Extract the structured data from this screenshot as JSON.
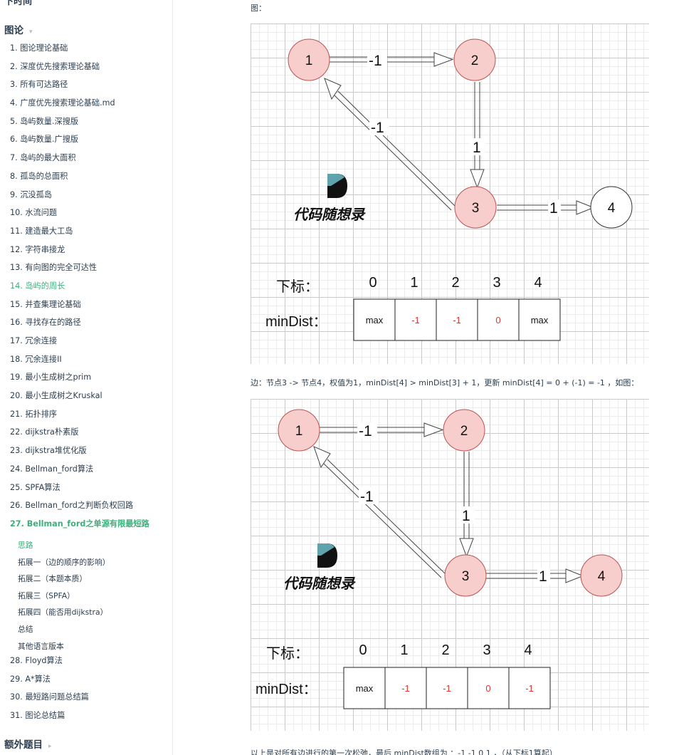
{
  "sidebar": {
    "top_cut": "下时间",
    "section_title": "图论",
    "items": [
      "1. 图论理论基础",
      "2. 深度优先搜索理论基础",
      "3. 所有可达路径",
      "4. 广度优先搜索理论基础.md",
      "5. 岛屿数量.深搜版",
      "6. 岛屿数量.广搜版",
      "7. 岛屿的最大面积",
      "8. 孤岛的总面积",
      "9. 沉没孤岛",
      "10. 水流问题",
      "11. 建造最大工岛",
      "12. 字符串接龙",
      "13. 有向图的完全可达性",
      "14. 岛屿的周长",
      "15. 并查集理论基础",
      "16. 寻找存在的路径",
      "17. 冗余连接",
      "18. 冗余连接II",
      "19. 最小生成树之prim",
      "20. 最小生成树之Kruskal",
      "21. 拓扑排序",
      "22. dijkstra朴素版",
      "23. dijkstra堆优化版",
      "24. Bellman_ford算法",
      "25. SPFA算法",
      "26. Bellman_ford之判断负权回路",
      "27. Bellman_ford之单源有限最短路"
    ],
    "sub_items": [
      "思路",
      "拓展一（边的顺序的影响）",
      "拓展二（本题本质）",
      "拓展三（SPFA）",
      "拓展四（能否用dijkstra）",
      "总结",
      "其他语言版本"
    ],
    "items2": [
      "28. Floyd算法",
      "29. A*算法",
      "30. 最短路问题总结篇",
      "31. 图论总结篇"
    ],
    "extra_title": "额外题目"
  },
  "content": {
    "caption_top": "图：",
    "edge_text": "边：节点3 -> 节点4，权值为1，minDist[4] > minDist[3] + 1，更新 minDist[4] = 0 + (-1) = -1 ，如图：",
    "bottom_text": "以上是对所有边进行的第一次松弛，最后 minDist数组为 ：-1 -1 0 1 ，（从下标1算起）",
    "logo_text": "代码随想录",
    "logo_letter": "D",
    "figure1": {
      "nodes": [
        "1",
        "2",
        "3",
        "4"
      ],
      "edge_labels": [
        "-1",
        "1",
        "-1",
        "1"
      ],
      "index_label": "下标：",
      "indices": [
        "0",
        "1",
        "2",
        "3",
        "4"
      ],
      "mindist_label": "minDist：",
      "cells": [
        "max",
        "-1",
        "-1",
        "0",
        "max"
      ]
    },
    "figure2": {
      "nodes": [
        "1",
        "2",
        "3",
        "4"
      ],
      "edge_labels": [
        "-1",
        "1",
        "-1",
        "1"
      ],
      "index_label": "下标：",
      "indices": [
        "0",
        "1",
        "2",
        "3",
        "4"
      ],
      "mindist_label": "minDist：",
      "cells": [
        "max",
        "-1",
        "-1",
        "0",
        "-1"
      ]
    }
  },
  "colors": {
    "accent": "#3eaf7c",
    "node_fill": "#f8cecc",
    "node_stroke": "#b85450",
    "red_value": "#e8322e"
  }
}
